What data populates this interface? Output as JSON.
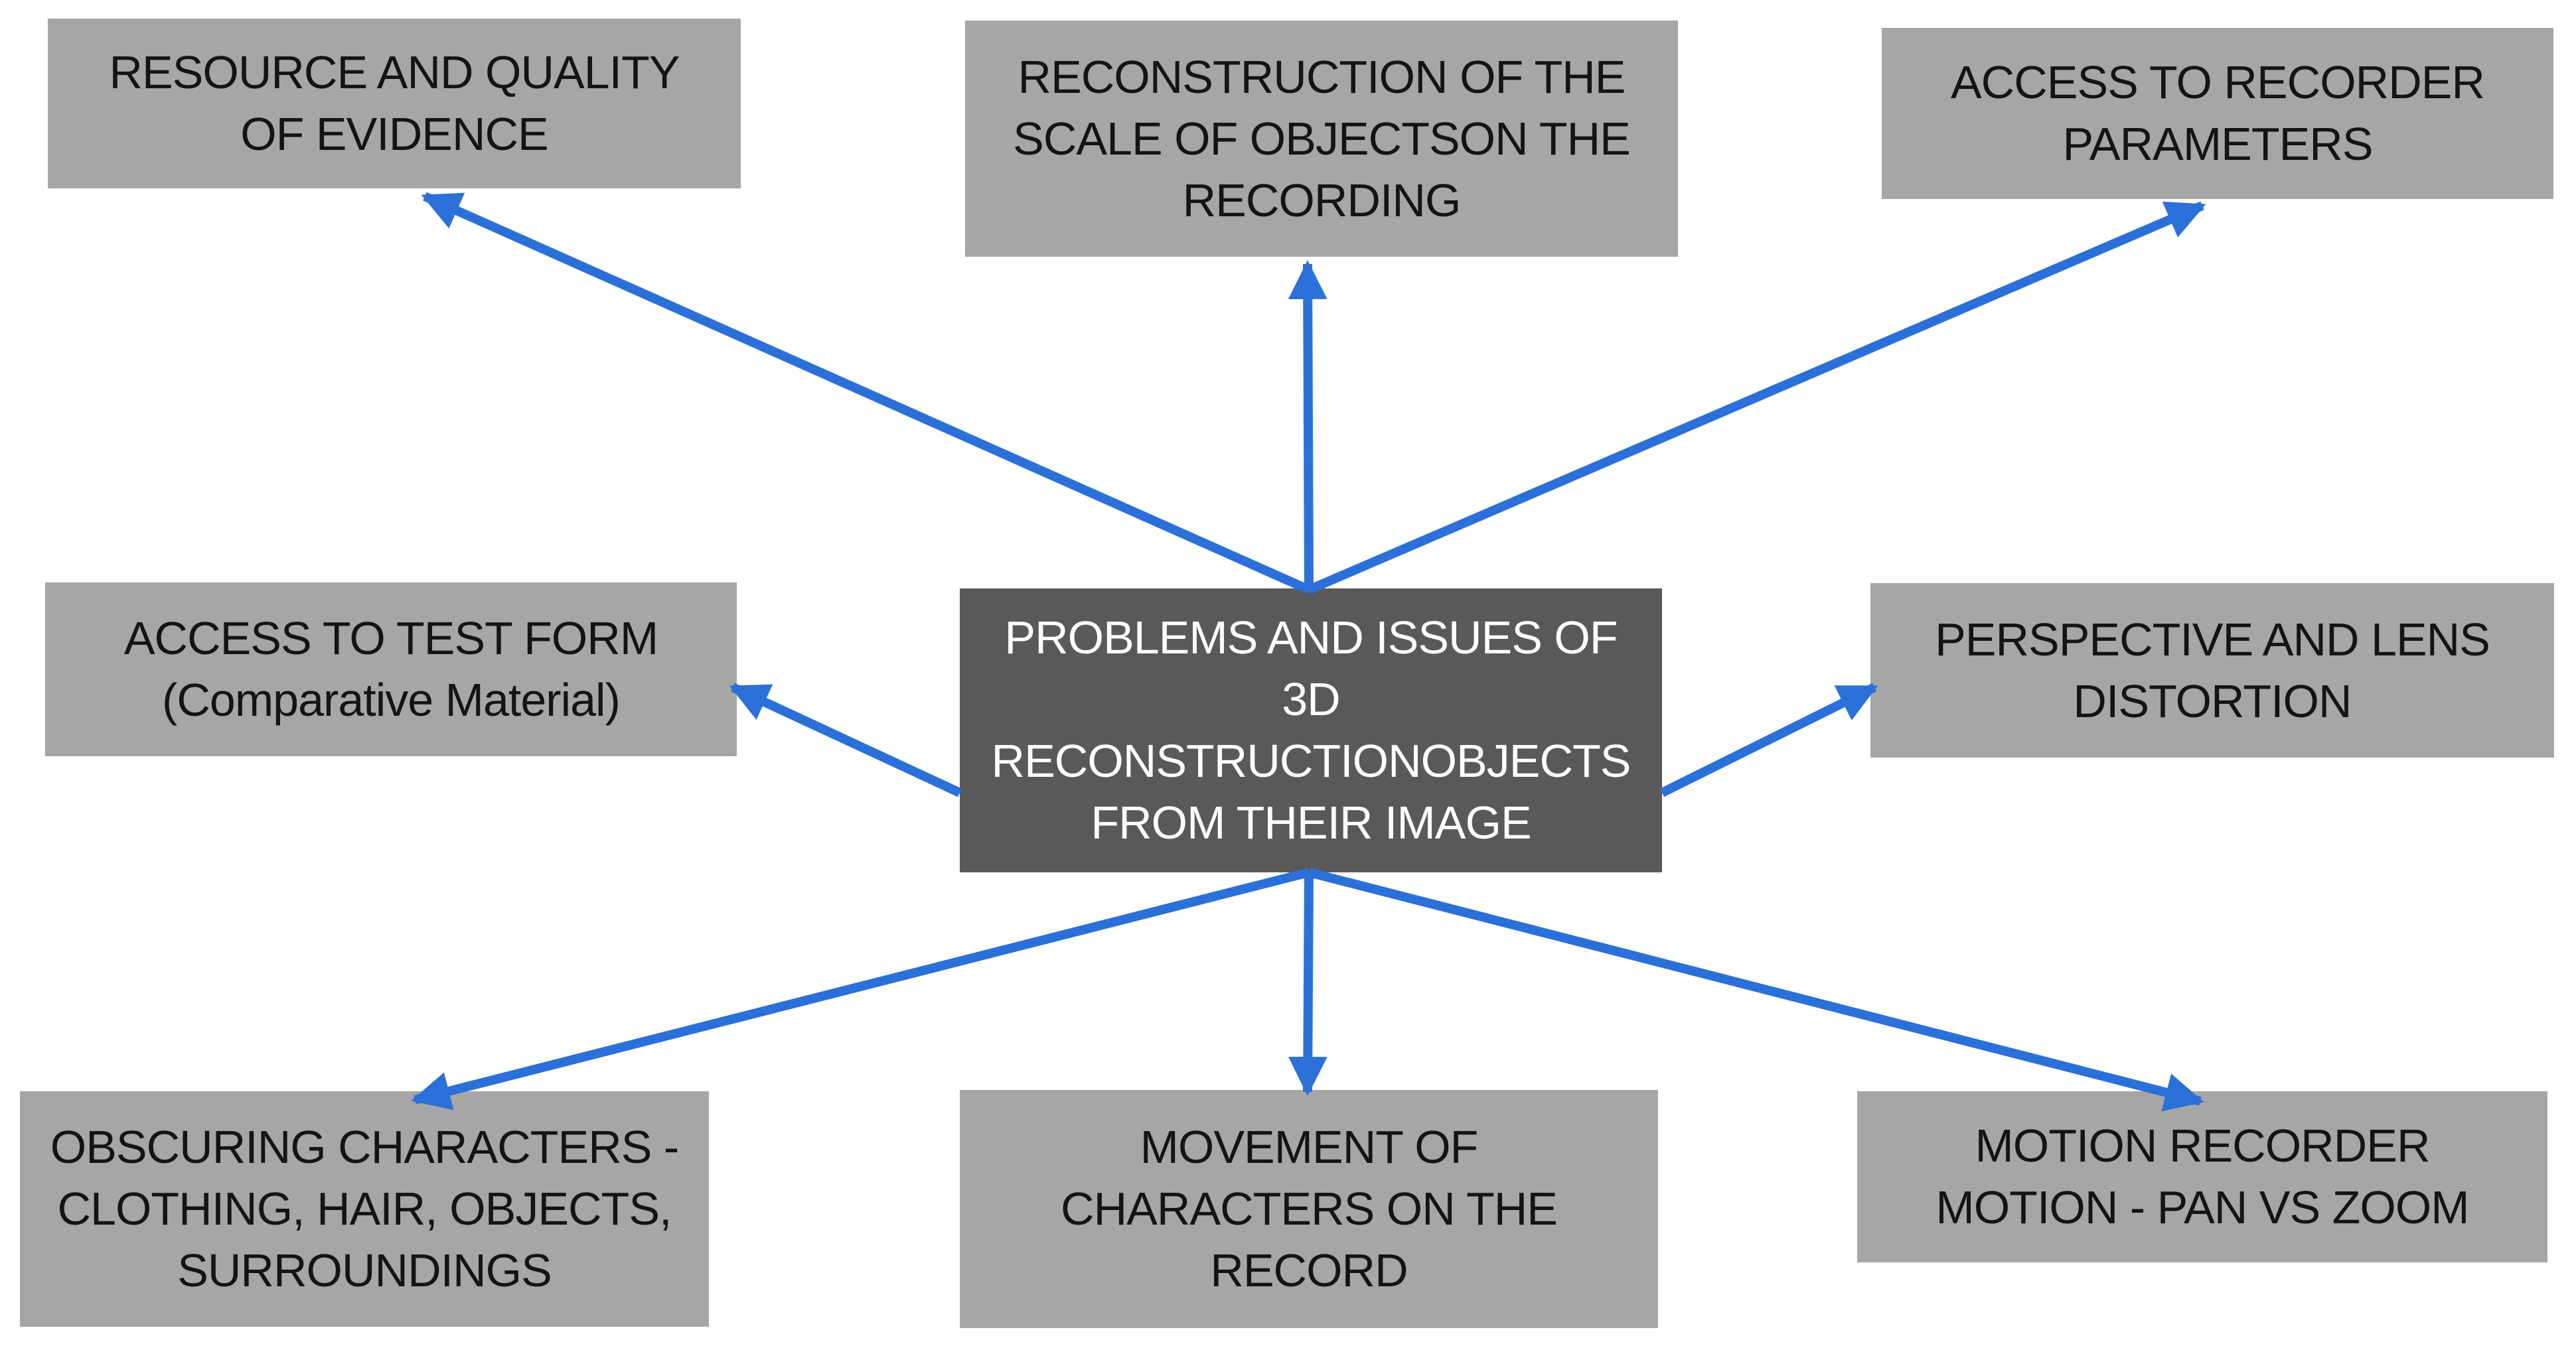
{
  "diagram": {
    "center": {
      "label": "PROBLEMS AND ISSUES OF\n3D\nRECONSTRUCTIONOBJECTS\nFROM THEIR IMAGE"
    },
    "nodes": [
      {
        "id": "top-left",
        "label": "RESOURCE AND QUALITY\nOF EVIDENCE"
      },
      {
        "id": "top-mid",
        "label": "RECONSTRUCTION OF THE\nSCALE OF OBJECTSON THE\nRECORDING"
      },
      {
        "id": "top-right",
        "label": "ACCESS TO RECORDER\nPARAMETERS"
      },
      {
        "id": "mid-left",
        "label": "ACCESS TO TEST FORM\n(Comparative Material)"
      },
      {
        "id": "mid-right",
        "label": "PERSPECTIVE AND LENS\nDISTORTION"
      },
      {
        "id": "bottom-left",
        "label": "OBSCURING CHARACTERS -\nCLOTHING, HAIR, OBJECTS,\nSURROUNDINGS"
      },
      {
        "id": "bottom-mid",
        "label": "MOVEMENT OF\nCHARACTERS ON THE\nRECORD"
      },
      {
        "id": "bottom-right",
        "label": "MOTION RECORDER\nMOTION - PAN VS ZOOM"
      }
    ]
  },
  "colors": {
    "background": "#ffffff",
    "node_fill": "#a6a6a6",
    "node_text": "#141414",
    "center_fill": "#595959",
    "center_text": "#ffffff",
    "arrow": "#2b70d9"
  }
}
